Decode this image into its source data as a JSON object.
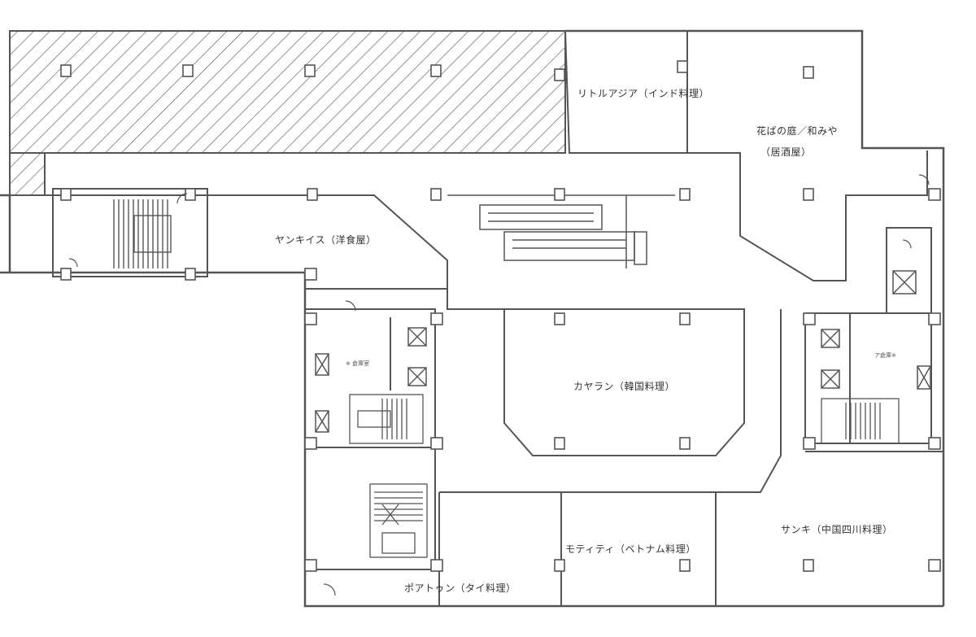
{
  "rooms": {
    "little_asia": "リトルアジア（インド料理）",
    "hanaba_line1": "花ばの庭／和みや",
    "hanaba_line2": "（居酒屋）",
    "yankeys": "ヤンキイス（洋食屋）",
    "kayaran": "カヤラン（韓国料理）",
    "sanki": "サンキ（中国四川料理）",
    "motity": "モティティ（ベトナム料理）",
    "poatoon": "ポアトゥン（タイ料理）"
  },
  "small_labels": {
    "left_room": "※ 倉庫室",
    "right_room": "ア倉庫※"
  },
  "colors": {
    "line": "#555555",
    "hatch": "#777777",
    "text": "#333333"
  }
}
